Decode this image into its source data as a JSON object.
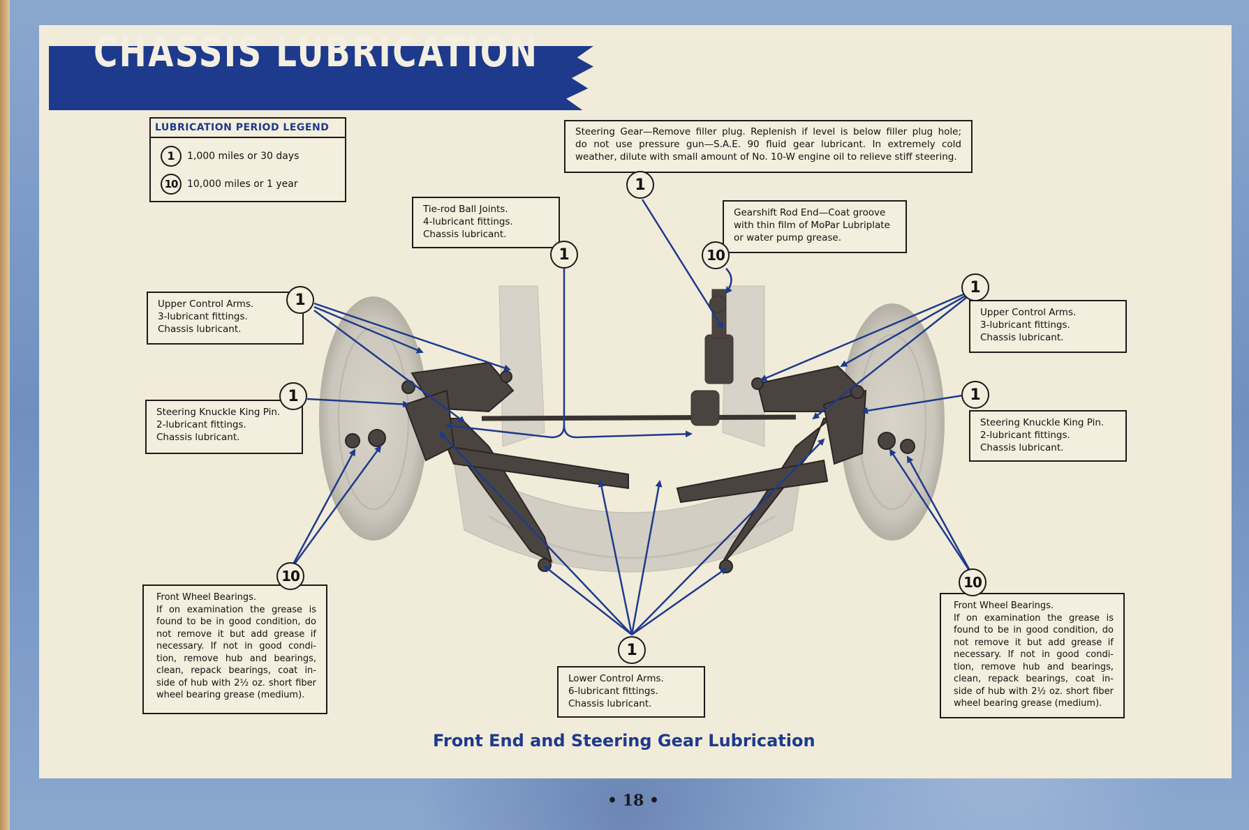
{
  "title": "CHASSIS LUBRICATION",
  "legend": {
    "title": "LUBRICATION PERIOD LEGEND",
    "items": [
      {
        "symbol": "1",
        "text": "1,000 miles or 30 days"
      },
      {
        "symbol": "10",
        "text": "10,000 miles or 1 year"
      }
    ]
  },
  "callouts": {
    "steering_gear": {
      "period": "1",
      "lines": [
        "Steering Gear—Remove filler plug. Replenish if level is below filler plug hole;",
        "do not use pressure gun—S.A.E. 90 fluid gear lubricant. In extremely cold",
        "weather, dilute with small amount of No. 10-W engine oil to relieve stiff steering."
      ]
    },
    "tie_rod": {
      "period": "1",
      "lines": [
        "Tie-rod Ball Joints.",
        "4-lubricant fittings.",
        "Chassis lubricant."
      ]
    },
    "gearshift": {
      "period": "10",
      "lines": [
        "Gearshift Rod End—Coat groove",
        "with thin film of MoPar Lubriplate",
        "or water pump grease."
      ]
    },
    "upper_left": {
      "period": "1",
      "lines": [
        "Upper Control Arms.",
        "3-lubricant fittings.",
        "Chassis lubricant."
      ]
    },
    "upper_right": {
      "period": "1",
      "lines": [
        "Upper Control Arms.",
        "3-lubricant fittings.",
        "Chassis lubricant."
      ]
    },
    "knuckle_left": {
      "period": "1",
      "lines": [
        "Steering Knuckle King Pin.",
        "2-lubricant fittings.",
        "Chassis lubricant."
      ]
    },
    "knuckle_right": {
      "period": "1",
      "lines": [
        "Steering Knuckle King Pin.",
        "2-lubricant fittings.",
        "Chassis lubricant."
      ]
    },
    "wheel_left": {
      "period": "10",
      "lines": [
        "Front Wheel Bearings.",
        "If on examination the grease is",
        "found to be in good condition, do",
        "not remove it but add grease if",
        "necessary. If not in good condi-",
        "tion, remove hub and bearings,",
        "clean, repack bearings, coat in-",
        "side of hub with 2½ oz. short fiber",
        "wheel bearing grease (medium)."
      ]
    },
    "wheel_right": {
      "period": "10",
      "lines": [
        "Front Wheel Bearings.",
        "If on examination the grease is",
        "found to be in good condition, do",
        "not remove it but add grease if",
        "necessary. If not in good condi-",
        "tion, remove hub and bearings,",
        "clean, repack bearings, coat in-",
        "side of hub with 2½ oz. short fiber",
        "wheel bearing grease (medium)."
      ]
    },
    "lower": {
      "period": "1",
      "lines": [
        "Lower Control Arms.",
        "6-lubricant fittings.",
        "Chassis lubricant."
      ]
    }
  },
  "caption": "Front End and Steering Gear Lubrication",
  "page_number": "• 18 •",
  "colors": {
    "accent_blue": "#1d3a8c",
    "paper": "#f1ebd9",
    "border_blue": "#7a9ac4",
    "ink": "#1a1a1a"
  }
}
